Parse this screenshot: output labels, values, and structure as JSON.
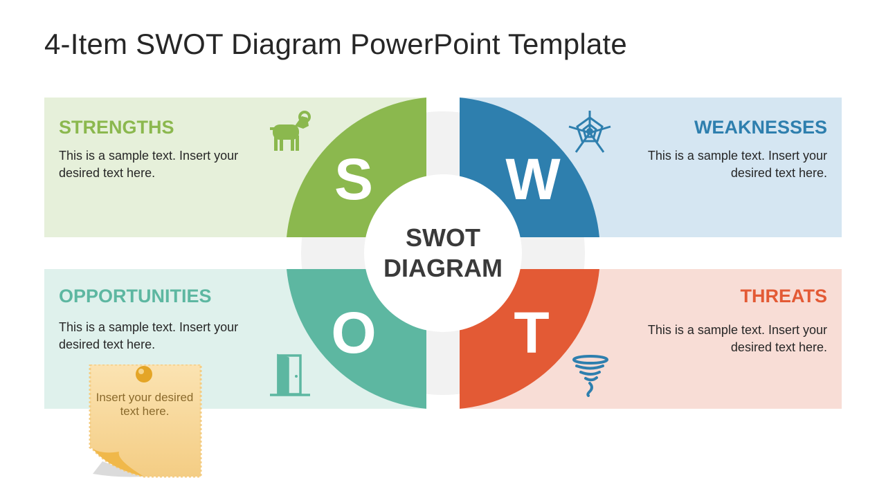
{
  "title": "4-Item SWOT Diagram PowerPoint Template",
  "center": {
    "line1": "SWOT",
    "line2": "DIAGRAM"
  },
  "quadrants": {
    "strengths": {
      "letter": "S",
      "heading": "STRENGTHS",
      "text": "This is a sample text. Insert your desired text here.",
      "color": "#8bb84e",
      "bg": "#e6f0da",
      "icon": "ram-icon"
    },
    "weaknesses": {
      "letter": "W",
      "heading": "WEAKNESSES",
      "text": "This is a sample text. Insert your desired text here.",
      "color": "#2e7fae",
      "bg": "#d5e6f2",
      "icon": "spider-web-icon"
    },
    "opportunities": {
      "letter": "O",
      "heading": "OPPORTUNITIES",
      "text": "This is a sample text. Insert your desired text here.",
      "color": "#5db7a1",
      "bg": "#dff1ec",
      "icon": "open-door-icon"
    },
    "threats": {
      "letter": "T",
      "heading": "THREATS",
      "text": "This is a sample text. Insert your desired text here.",
      "color": "#e35a35",
      "bg": "#f8ddd6",
      "icon": "tornado-icon"
    }
  },
  "sticky_note": {
    "text": "Insert your desired text here.",
    "color": "#f7d48e"
  }
}
